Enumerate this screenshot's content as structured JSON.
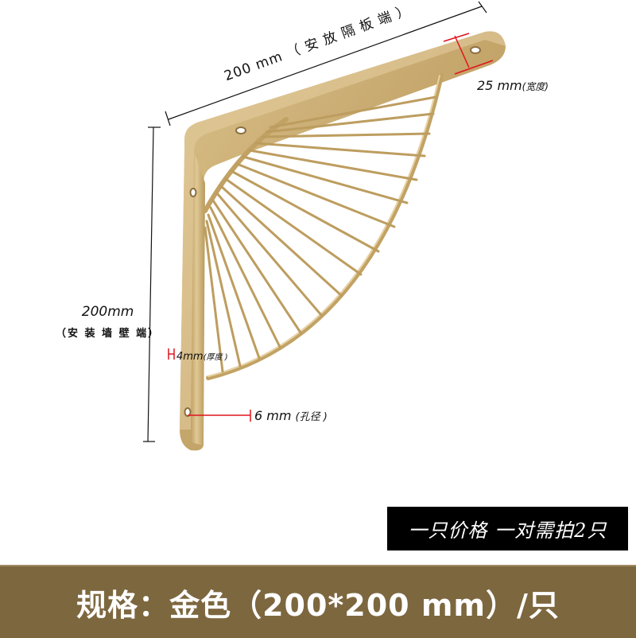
{
  "product": {
    "type": "fan-shaped shelf bracket",
    "color_hex": "#c7a96f"
  },
  "dimensions": {
    "top_length": "200 mm",
    "top_length_note": "（ 安 放 隔 板 端 ）",
    "width_value": "25 mm",
    "width_note": "(宽度)",
    "height_value": "200mm",
    "height_note": "（安 装 墙 壁 端）",
    "thickness_value": "4mm",
    "thickness_note": "(厚度 )",
    "hole_value": "6  mm",
    "hole_note": "(孔径 )"
  },
  "price_note": "一只价格  一对需拍2只",
  "spec_bar": {
    "text": "规格：金色（200*200 mm）/只",
    "bg_hex": "#7d673f"
  }
}
